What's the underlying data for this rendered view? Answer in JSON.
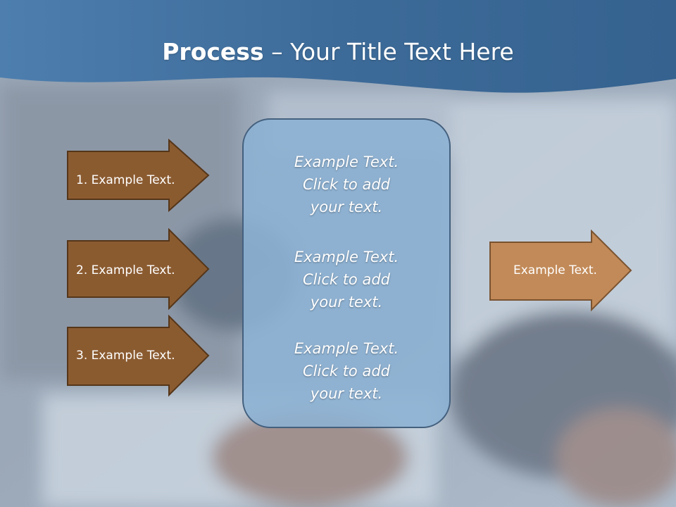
{
  "title": {
    "bold": "Process",
    "dash": "–",
    "rest": "Your Title Text Here"
  },
  "left_arrows": [
    {
      "label": "1. Example Text."
    },
    {
      "label": "2. Example Text."
    },
    {
      "label": "3. Example Text."
    }
  ],
  "center_box": {
    "blocks": [
      {
        "line1": "Example Text.",
        "line2": "Click  to add",
        "line3": "your text."
      },
      {
        "line1": "Example Text.",
        "line2": "Click  to add",
        "line3": "your text."
      },
      {
        "line1": "Example Text.",
        "line2": "Click  to add",
        "line3": "your text."
      }
    ]
  },
  "right_arrow": {
    "label": "Example Text."
  },
  "colors": {
    "header_blue": "#3f6e9d",
    "dark_arrow": "#8b5b30",
    "light_arrow": "#c28a58",
    "box_fill": "#8cb2d4"
  }
}
